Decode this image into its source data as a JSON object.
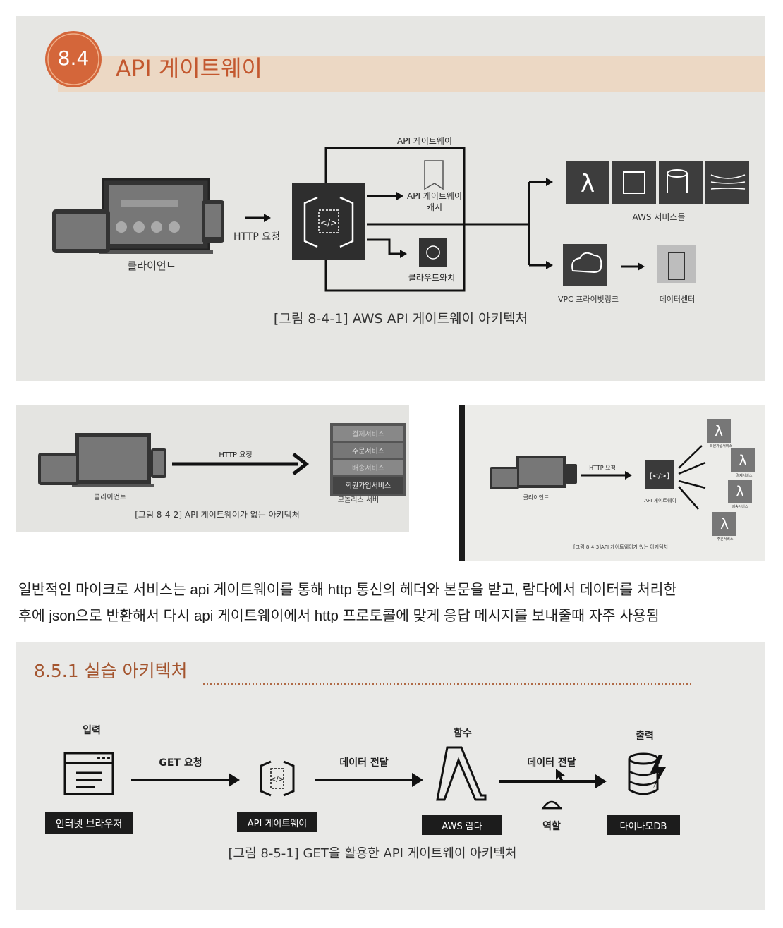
{
  "fig1": {
    "section_number": "8.4",
    "section_title": "API 게이트웨이",
    "gateway_box_label": "API 게이트웨이",
    "client_label": "클라이언트",
    "http_label": "HTTP 요청",
    "cache_label_line1": "API 게이트웨이",
    "cache_label_line2": "캐시",
    "cloudwatch_label": "클라우드와치",
    "aws_services_label": "AWS 서비스들",
    "vpc_label": "VPC 프라이빗링크",
    "datacenter_label": "데이터센터",
    "caption": "[그림 8-4-1] AWS API 게이트웨이 아키텍처"
  },
  "fig2": {
    "http_label": "HTTP 요청",
    "client_label": "클라이언트",
    "services": [
      "결제서비스",
      "주문서비스",
      "배송서비스",
      "회원가입서비스"
    ],
    "server_label": "모놀리스 서버",
    "caption": "[그림 8-4-2] API 게이트웨이가 없는 아키텍처"
  },
  "fig3": {
    "http_label": "HTTP 요청",
    "client_label": "클라이언트",
    "gateway_label": "API 게이트웨이",
    "lambda_labels": [
      "회원가입서비스",
      "결제서비스",
      "배송서비스",
      "주문서비스"
    ],
    "caption": "[그림 8-4-3]API 게이트웨이가 있는 아키텍처"
  },
  "text": {
    "line1": "일반적인 마이크로 서비스는 api 게이트웨이를 통해 http 통신의 헤더와 본문을 받고, 람다에서 데이터를 처리한",
    "line2": "후에 json으로 반환해서 다시 api 게이트웨이에서 http 프로토콜에 맞게 응답 메시지를 보내줄때 자주 사용됨"
  },
  "fig4": {
    "section_title": "8.5.1  실습 아키텍처",
    "input_label": "입력",
    "function_label": "함수",
    "output_label": "출력",
    "get_label": "GET 요청",
    "data_label1": "데이터 전달",
    "data_label2": "데이터 전달",
    "browser_label": "인터넷 브라우저",
    "gateway_label": "API 게이트웨이",
    "lambda_label": "AWS 람다",
    "role_label": "역할",
    "dynamo_label": "다이나모DB",
    "caption": "[그림 8-5-1] GET을 활용한 API 게이트웨이 아키텍처"
  },
  "colors": {
    "accent": "#cf6a3c",
    "band": "#ead7c3",
    "tile": "#3d3d3d"
  }
}
